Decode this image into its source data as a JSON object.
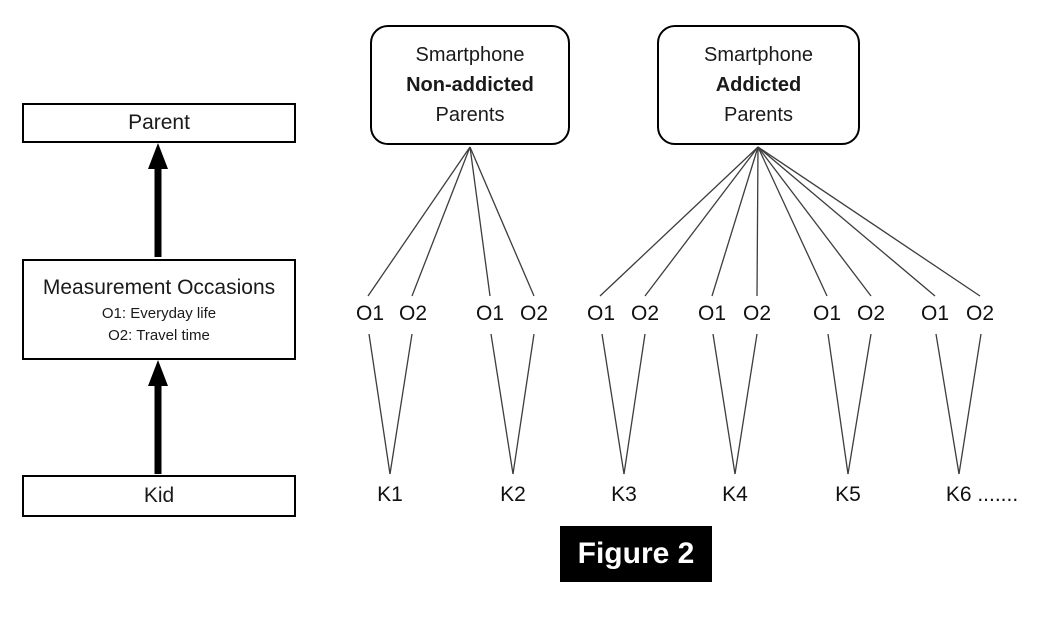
{
  "diagram": {
    "left_flow": {
      "parent": "Parent",
      "measurement_title": "Measurement Occasions",
      "measurement_note1": "O1: Everyday life",
      "measurement_note2": "O2: Travel time",
      "kid": "Kid"
    },
    "groups": [
      {
        "line1": "Smartphone",
        "line2": "Non-addicted",
        "line3": "Parents"
      },
      {
        "line1": "Smartphone",
        "line2": "Addicted",
        "line3": "Parents"
      }
    ],
    "pairs": [
      {
        "o1": "O1",
        "o2": "O2",
        "kid": "K1"
      },
      {
        "o1": "O1",
        "o2": "O2",
        "kid": "K2"
      },
      {
        "o1": "O1",
        "o2": "O2",
        "kid": "K3"
      },
      {
        "o1": "O1",
        "o2": "O2",
        "kid": "K4"
      },
      {
        "o1": "O1",
        "o2": "O2",
        "kid": "K5"
      },
      {
        "o1": "O1",
        "o2": "O2",
        "kid": "K6 ......."
      }
    ],
    "caption": "Figure 2"
  },
  "colors": {
    "background": "#ffffff",
    "box_border": "#000000",
    "connector_line": "#3d3d3d",
    "arrow": "#000000",
    "caption_bg": "#000000",
    "caption_text": "#ffffff"
  }
}
